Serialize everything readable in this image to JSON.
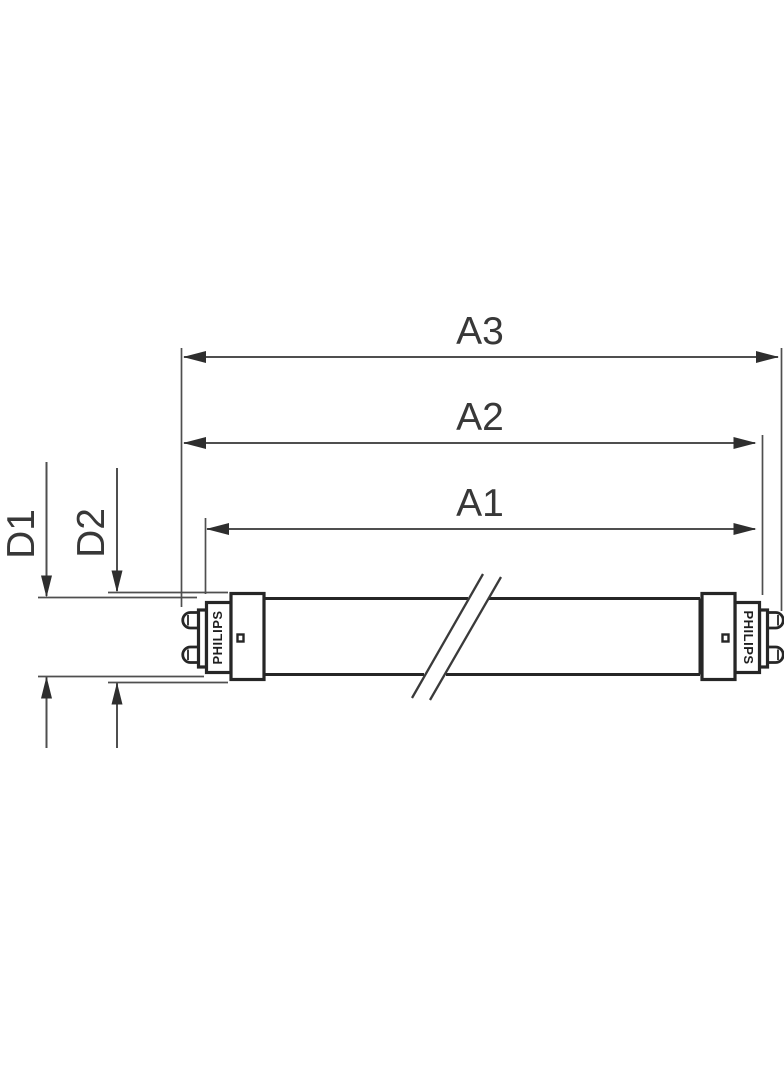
{
  "diagram": {
    "dimension_labels": {
      "a3": "A3",
      "a2": "A2",
      "a1": "A1",
      "d1": "D1",
      "d2": "D2"
    },
    "cap_brand_text": "PHILIPS",
    "colors": {
      "background": "#ffffff",
      "dimension_line": "#4f4f4f",
      "arrow": "#2e2e2e",
      "outline": "#262626",
      "label_text": "#383838"
    }
  }
}
